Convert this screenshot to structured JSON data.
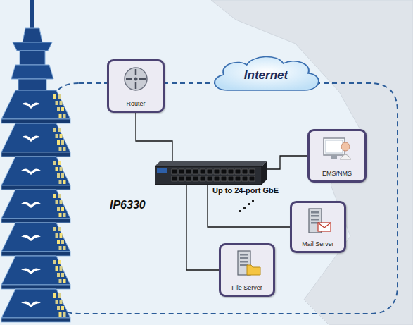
{
  "diagram": {
    "nodes": [
      {
        "text": [
          "Router"
        ]
      },
      {
        "text": [
          "Internet"
        ]
      },
      {
        "text": [
          "IP6330"
        ]
      },
      {
        "text": [
          "EMS/NMS"
        ]
      },
      {
        "text": [
          "Mail Server"
        ]
      },
      {
        "text": [
          "File Server"
        ]
      }
    ],
    "edges": [
      {
        "from": 0,
        "to": 2,
        "arrow": "none"
      },
      {
        "from": 2,
        "to": 3,
        "arrow": "none"
      },
      {
        "from": 2,
        "to": 4,
        "arrow": "none"
      },
      {
        "from": 2,
        "to": 5,
        "arrow": "none"
      }
    ],
    "labels": [
      "Up to 24-port GbE"
    ]
  }
}
